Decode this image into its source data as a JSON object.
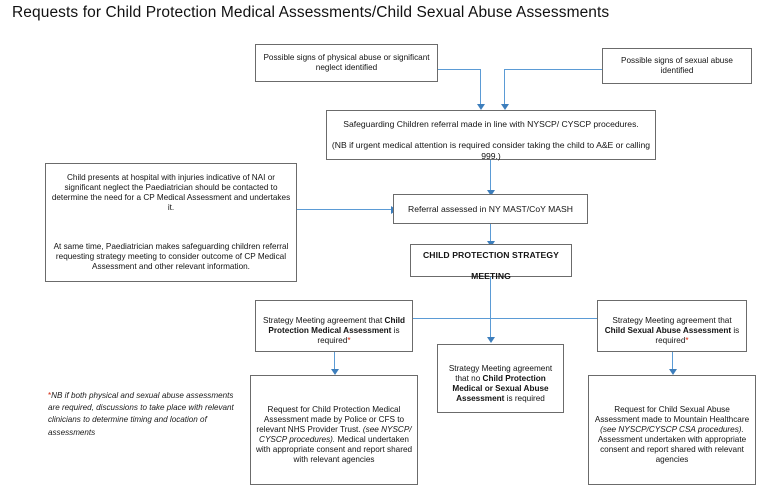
{
  "page": {
    "title": "Requests for Child Protection Medical Assessments/Child Sexual Abuse Assessments",
    "accent_color": "#5b9bd5",
    "box_border_color": "#6b6b6b",
    "note_star_color": "#d42a10",
    "background": "#ffffff"
  },
  "nodes": {
    "physical_abuse": {
      "text": "Possible signs of physical abuse or significant neglect identified"
    },
    "sexual_abuse": {
      "text": "Possible signs of sexual abuse identified"
    },
    "safeguarding_referral": {
      "line1": "Safeguarding Children referral made in line with NYSCP/ CYSCP procedures.",
      "line2": "(NB if urgent medical attention is required consider taking the child to A&E or calling 999.)"
    },
    "hospital_presentation": {
      "para1": "Child presents at hospital with injuries indicative of NAI or significant neglect the Paediatrician should be contacted to determine the need for a CP Medical Assessment and undertakes it.",
      "para2": "At same time, Paediatrician makes safeguarding children referral requesting strategy meeting to consider outcome of CP Medical Assessment and other relevant information."
    },
    "referral_assessed": {
      "text": "Referral assessed in NY MAST/CoY MASH"
    },
    "strategy_meeting": {
      "line1": "CHILD PROTECTION STRATEGY",
      "line2": "MEETING"
    },
    "agreement_cp_medical": {
      "prefix": "Strategy Meeting agreement that ",
      "emphasis": "Child Protection Medical Assessment",
      "suffix": " is required",
      "asterisk": "*"
    },
    "agreement_csa": {
      "prefix": "Strategy Meeting agreement that ",
      "emphasis": "Child Sexual Abuse Assessment",
      "suffix": " is required",
      "asterisk": "*"
    },
    "agreement_none": {
      "prefix": "Strategy Meeting agreement that no ",
      "emphasis": "Child Protection Medical or Sexual Abuse Assessment",
      "suffix": " is required"
    },
    "request_cp_medical": {
      "part1": "Request for Child Protection Medical Assessment made by Police or CFS to relevant NHS Provider Trust. ",
      "italic": "(see NYSCP/ CYSCP procedures).",
      "part2": " Medical undertaken with appropriate consent and report shared with relevant agencies"
    },
    "request_csa": {
      "part1": "Request for Child Sexual Abuse Assessment made to Mountain Healthcare ",
      "italic": "(see NYSCP/CYSCP CSA procedures).",
      "part2": " Assessment undertaken with appropriate consent and report shared with relevant agencies"
    }
  },
  "footnote": {
    "star": "*",
    "text": "NB if both physical and sexual abuse assessments are required, discussions to take place with relevant clinicians to determine timing and location of assessments"
  }
}
